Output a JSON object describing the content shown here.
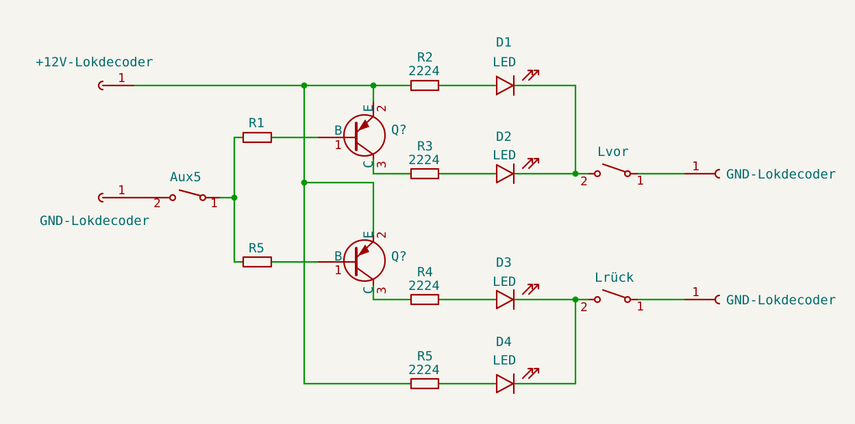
{
  "colors": {
    "wire": "#009600",
    "symbol": "#a00000",
    "text": "#006b6b",
    "background": "#f5f4ef"
  },
  "connectors": {
    "c12v": {
      "label": "+12V-Lokdecoder",
      "pin": "1"
    },
    "gnd_left": {
      "label": "GND-Lokdecoder",
      "pin": "1"
    },
    "gnd_vor": {
      "label": "GND-Lokdecoder",
      "pin": "1"
    },
    "gnd_rueck": {
      "label": "GND-Lokdecoder",
      "pin": "1"
    }
  },
  "switches": {
    "aux5": {
      "ref": "Aux5",
      "pin_a": "2",
      "pin_b": "1"
    },
    "lvor": {
      "ref": "Lvor",
      "pin_a": "2",
      "pin_b": "1"
    },
    "lrueck": {
      "ref": "Lrück",
      "pin_a": "2",
      "pin_b": "1"
    }
  },
  "resistors": {
    "r1": {
      "ref": "R1",
      "value": ""
    },
    "r5a": {
      "ref": "R5",
      "value": ""
    },
    "r2": {
      "ref": "R2",
      "value": "2224"
    },
    "r3": {
      "ref": "R3",
      "value": "2224"
    },
    "r4": {
      "ref": "R4",
      "value": "2224"
    },
    "r5b": {
      "ref": "R5",
      "value": "2224"
    }
  },
  "leds": {
    "d1": {
      "ref": "D1",
      "value": "LED"
    },
    "d2": {
      "ref": "D2",
      "value": "LED"
    },
    "d3": {
      "ref": "D3",
      "value": "LED"
    },
    "d4": {
      "ref": "D4",
      "value": "LED"
    }
  },
  "transistors": {
    "q1": {
      "ref": "Q?",
      "b": "B",
      "c": "C",
      "e": "E",
      "pin_b": "1",
      "pin_c": "3",
      "pin_e": "2"
    },
    "q2": {
      "ref": "Q?",
      "b": "B",
      "c": "C",
      "e": "E",
      "pin_b": "1",
      "pin_c": "3",
      "pin_e": "2"
    }
  }
}
